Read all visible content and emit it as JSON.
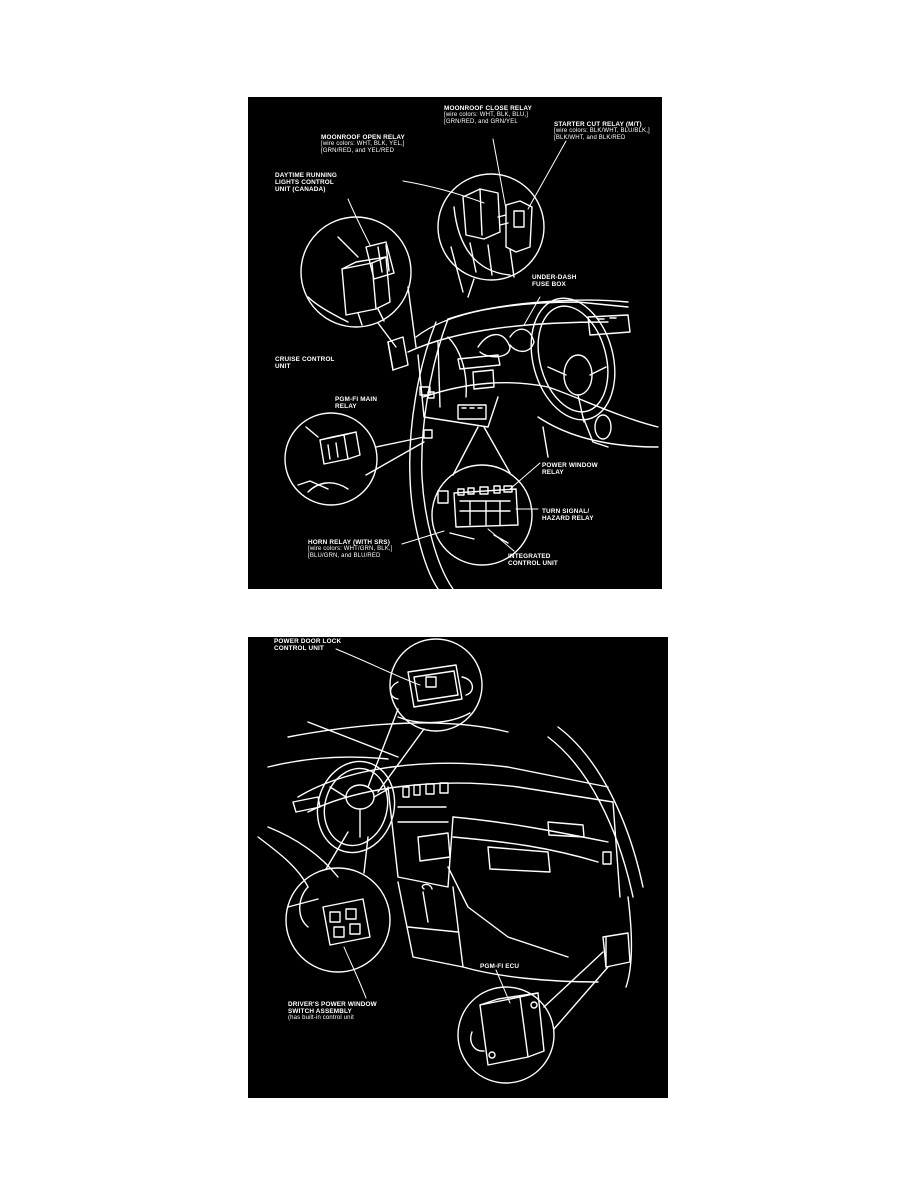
{
  "figure_top": {
    "labels": {
      "moonroof_close_relay": {
        "title": "MOONROOF CLOSE RELAY",
        "wires_1": "[wire colors: WHT, BLK, BLU,]",
        "wires_2": "[GRN/RED, and GRN/YEL"
      },
      "starter_cut_relay": {
        "title": "STARTER CUT RELAY (M/T)",
        "wires_1": "[wire colors: BLK/WHT, BLU/BLK,]",
        "wires_2": "[BLK/WHT, and BLK/RED"
      },
      "moonroof_open_relay": {
        "title": "MOONROOF OPEN RELAY",
        "wires_1": "[wire colors: WHT, BLK, YEL,]",
        "wires_2": "[GRN/RED, and YEL/RED"
      },
      "daytime_running_lights": {
        "line_1": "DAYTIME RUNNING",
        "line_2": "LIGHTS CONTROL",
        "line_3": "UNIT (CANADA)"
      },
      "under_dash_fuse_box": {
        "line_1": "UNDER-DASH",
        "line_2": "FUSE BOX"
      },
      "cruise_control_unit": {
        "line_1": "CRUISE CONTROL",
        "line_2": "UNIT"
      },
      "pgm_fi_main_relay": {
        "line_1": "PGM-FI MAIN",
        "line_2": "RELAY"
      },
      "power_window_relay": {
        "line_1": "POWER WINDOW",
        "line_2": "RELAY"
      },
      "turn_signal_hazard_relay": {
        "line_1": "TURN SIGNAL/",
        "line_2": "HAZARD RELAY"
      },
      "horn_relay": {
        "title": "HORN RELAY (with SRS)",
        "wires_1": "[wire colors: WHT/GRN, BLK,]",
        "wires_2": "[BLU/GRN, and BLU/RED"
      },
      "integrated_control_unit": {
        "line_1": "INTEGRATED",
        "line_2": "CONTROL UNIT"
      }
    }
  },
  "figure_bottom": {
    "labels": {
      "power_door_lock": {
        "line_1": "POWER DOOR LOCK",
        "line_2": "CONTROL UNIT"
      },
      "pgm_fi_ecu": {
        "line_1": "PGM-FI ECU"
      },
      "drivers_power_window_switch": {
        "line_1": "DRIVER'S POWER WINDOW",
        "line_2": "SWITCH ASSEMBLY",
        "line_3": "(has built-in control unit"
      }
    }
  },
  "colors": {
    "page_background": "#ffffff",
    "panel_background": "#000000",
    "line_art": "#ffffff"
  }
}
